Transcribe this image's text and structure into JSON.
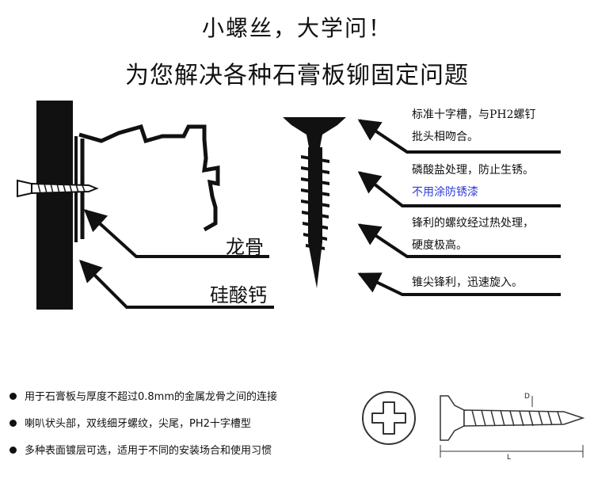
{
  "headline": {
    "line1": "小螺丝，大学问！",
    "line2": "为您解决各种石膏板铆固定问题"
  },
  "labels": {
    "keel": "龙骨",
    "calcium_silicate": "硅酸钙"
  },
  "callouts": [
    {
      "lines": [
        "标准十字槽，与PH2螺钉",
        "批头相吻合。"
      ]
    },
    {
      "lines": [
        "磷酸盐处理，防止生锈。"
      ],
      "extra": "不用涂防锈漆",
      "extra_color": "#2b3bd6"
    },
    {
      "lines": [
        "锋利的螺纹经过热处理，",
        "硬度极高。"
      ]
    },
    {
      "lines": [
        "锥尖锋利，迅速旋入。"
      ]
    }
  ],
  "features": [
    "用于石膏板与厚度不超过0.8mm的金属龙骨之间的连接",
    "喇叭状头部，双线细牙螺纹，尖尾，PH2十字槽型",
    "多种表面镀层可选，适用于不同的安装场合和使用习惯"
  ],
  "dimensions": {
    "diameter": "D",
    "length": "L"
  }
}
